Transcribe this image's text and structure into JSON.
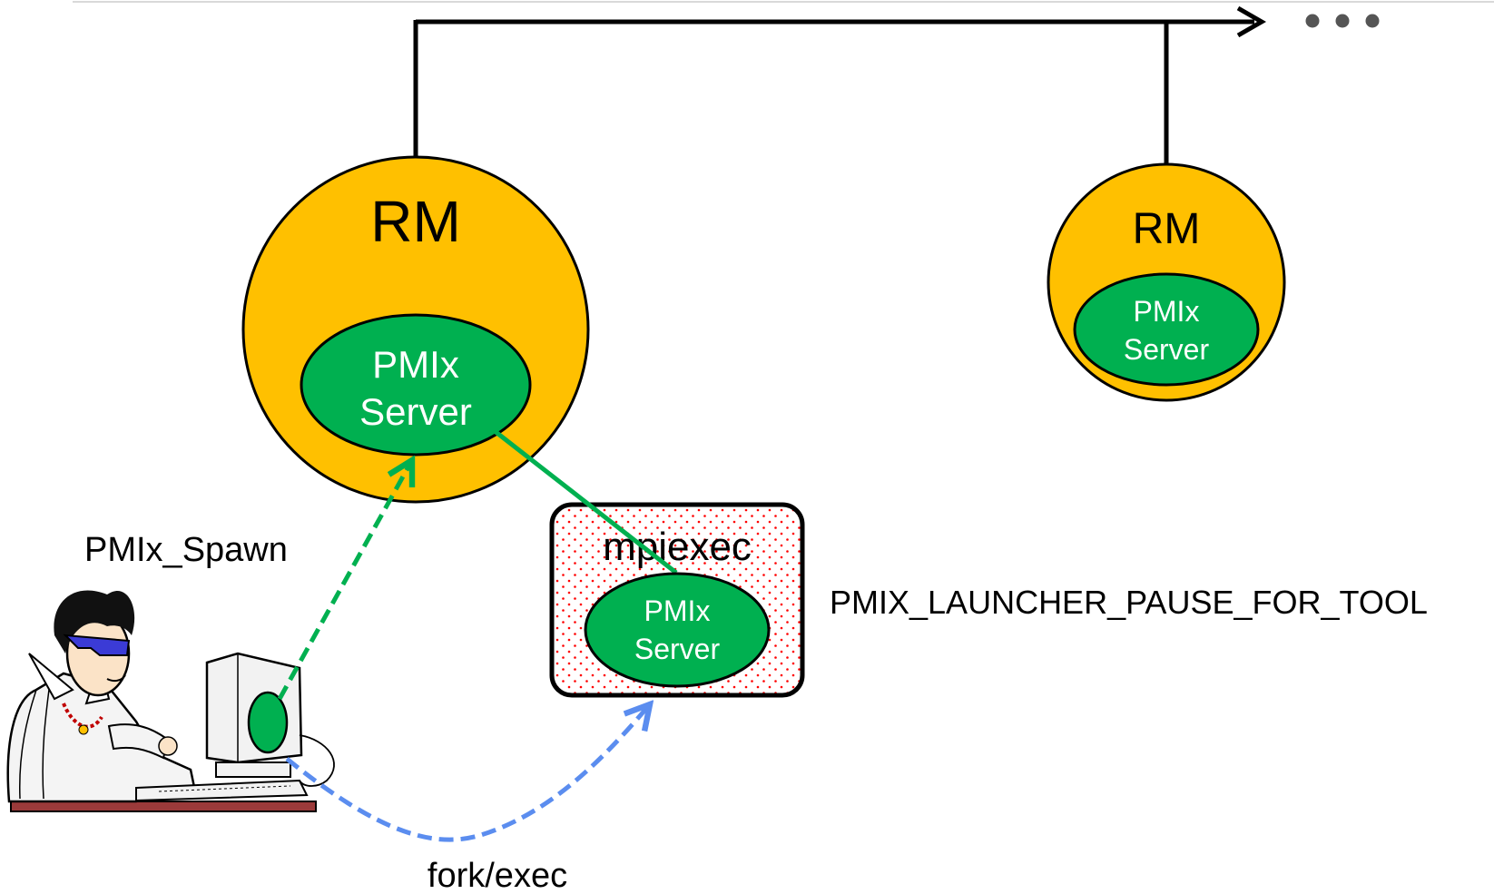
{
  "diagram": {
    "left_rm": {
      "title": "RM",
      "server_line1": "PMIx",
      "server_line2": "Server"
    },
    "right_rm": {
      "title": "RM",
      "server_line1": "PMIx",
      "server_line2": "Server"
    },
    "mpiexec": {
      "title": "mpiexec",
      "server_line1": "PMIx",
      "server_line2": "Server"
    },
    "labels": {
      "spawn": "PMIx_Spawn",
      "fork": "fork/exec",
      "pause_attr": "PMIX_LAUNCHER_PAUSE_FOR_TOOL"
    },
    "colors": {
      "rm_fill": "#FFC000",
      "server_fill": "#00B050",
      "spawn_arrow": "#00B050",
      "fork_arrow": "#5B8DEF",
      "mpiexec_dots": "#FF0000"
    },
    "icons": {
      "user": "elvis-at-computer-icon",
      "ellipsis": "ellipsis-icon"
    }
  }
}
